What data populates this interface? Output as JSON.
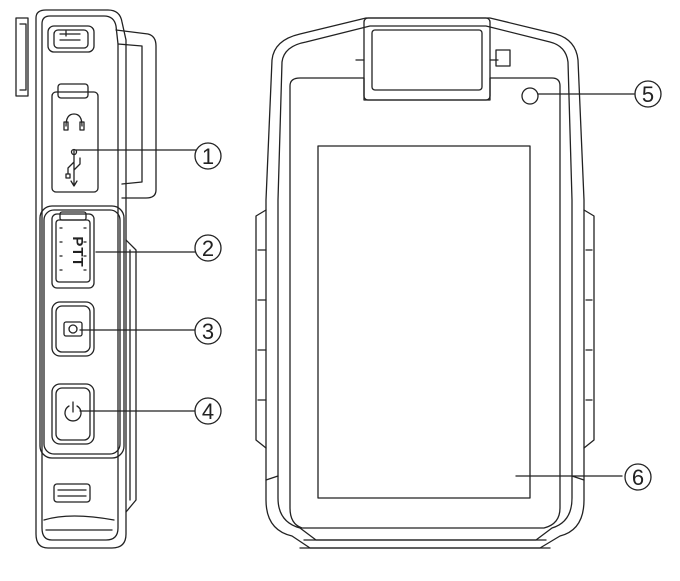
{
  "callouts": [
    {
      "number": "1",
      "target": "ports-cover"
    },
    {
      "number": "2",
      "target": "ptt-button"
    },
    {
      "number": "3",
      "target": "camera-button"
    },
    {
      "number": "4",
      "target": "power-button"
    },
    {
      "number": "5",
      "target": "indicator-light"
    },
    {
      "number": "6",
      "target": "display-screen"
    }
  ],
  "ptt_label": "PTT",
  "colors": {
    "line": "#222222",
    "fill": "#ffffff",
    "shade": "#f2f2f2"
  }
}
